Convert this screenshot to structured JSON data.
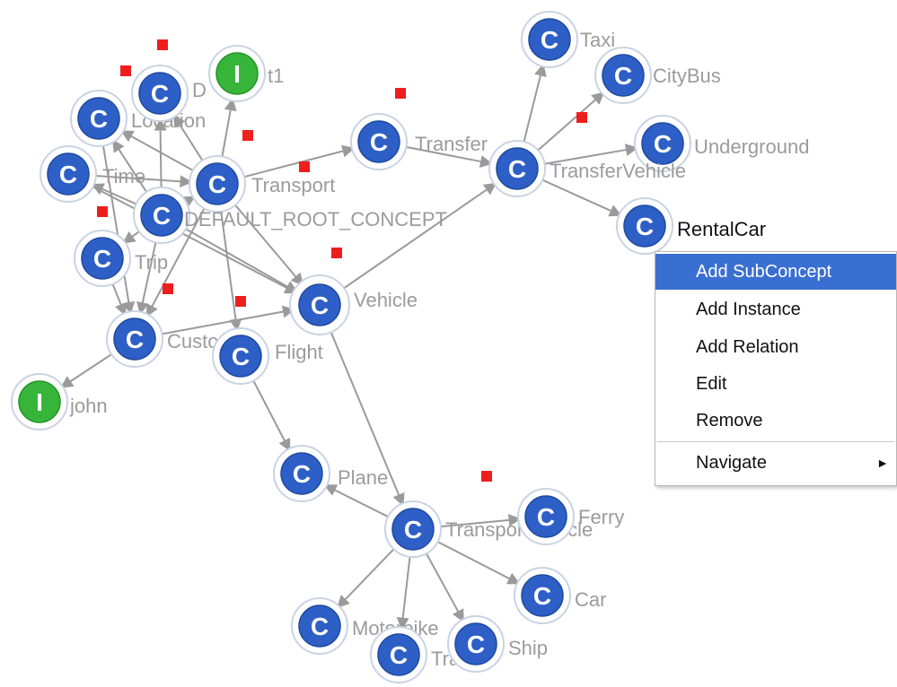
{
  "graph": {
    "nodes": [
      {
        "id": "taxi",
        "type": "C",
        "label": "Taxi"
      },
      {
        "id": "citybus",
        "type": "C",
        "label": "CityBus"
      },
      {
        "id": "underground",
        "type": "C",
        "label": "Underground"
      },
      {
        "id": "transfervehicle",
        "type": "C",
        "label": "TransferVehicle"
      },
      {
        "id": "rentalcar",
        "type": "C",
        "label": "RentalCar",
        "emphasis": true
      },
      {
        "id": "transfer",
        "type": "C",
        "label": "Transfer"
      },
      {
        "id": "transport",
        "type": "C",
        "label": "Transport"
      },
      {
        "id": "root",
        "type": "C",
        "label": "DEFAULT_ROOT_CONCEPT"
      },
      {
        "id": "time",
        "type": "C",
        "label": "Time"
      },
      {
        "id": "trip",
        "type": "C",
        "label": "Trip"
      },
      {
        "id": "customer",
        "type": "C",
        "label": "Customer"
      },
      {
        "id": "john",
        "type": "I",
        "label": "john"
      },
      {
        "id": "location",
        "type": "C",
        "label": "Location"
      },
      {
        "id": "duration",
        "type": "C",
        "label": "D"
      },
      {
        "id": "t1",
        "type": "I",
        "label": "t1"
      },
      {
        "id": "vehicle",
        "type": "C",
        "label": "Vehicle",
        "selected": true
      },
      {
        "id": "flight",
        "type": "C",
        "label": "Flight"
      },
      {
        "id": "plane",
        "type": "C",
        "label": "Plane"
      },
      {
        "id": "transportvehicle",
        "type": "C",
        "label": "TransportVehicle"
      },
      {
        "id": "ferry",
        "type": "C",
        "label": "Ferry"
      },
      {
        "id": "car",
        "type": "C",
        "label": "Car"
      },
      {
        "id": "motorbike",
        "type": "C",
        "label": "Motorbike"
      },
      {
        "id": "train",
        "type": "C",
        "label": "Train"
      },
      {
        "id": "ship",
        "type": "C",
        "label": "Ship"
      }
    ],
    "node_letter_concept": "C",
    "node_letter_instance": "I",
    "colors": {
      "concept": "#2d5fc6",
      "instance": "#36b53a",
      "selected_ring": "#cc1c1c",
      "edge": "#9a9a9a",
      "label": "#9b9b9b",
      "marker": "#ef1e1e"
    }
  },
  "context_menu": {
    "items": [
      {
        "label": "Add SubConcept",
        "highlighted": true
      },
      {
        "label": "Add Instance"
      },
      {
        "label": "Add Relation"
      },
      {
        "label": "Edit"
      },
      {
        "label": "Remove"
      },
      {
        "label": "Navigate",
        "submenu": true
      }
    ],
    "submenu_arrow": "►",
    "colors": {
      "highlight": "#3a6fd2"
    }
  }
}
